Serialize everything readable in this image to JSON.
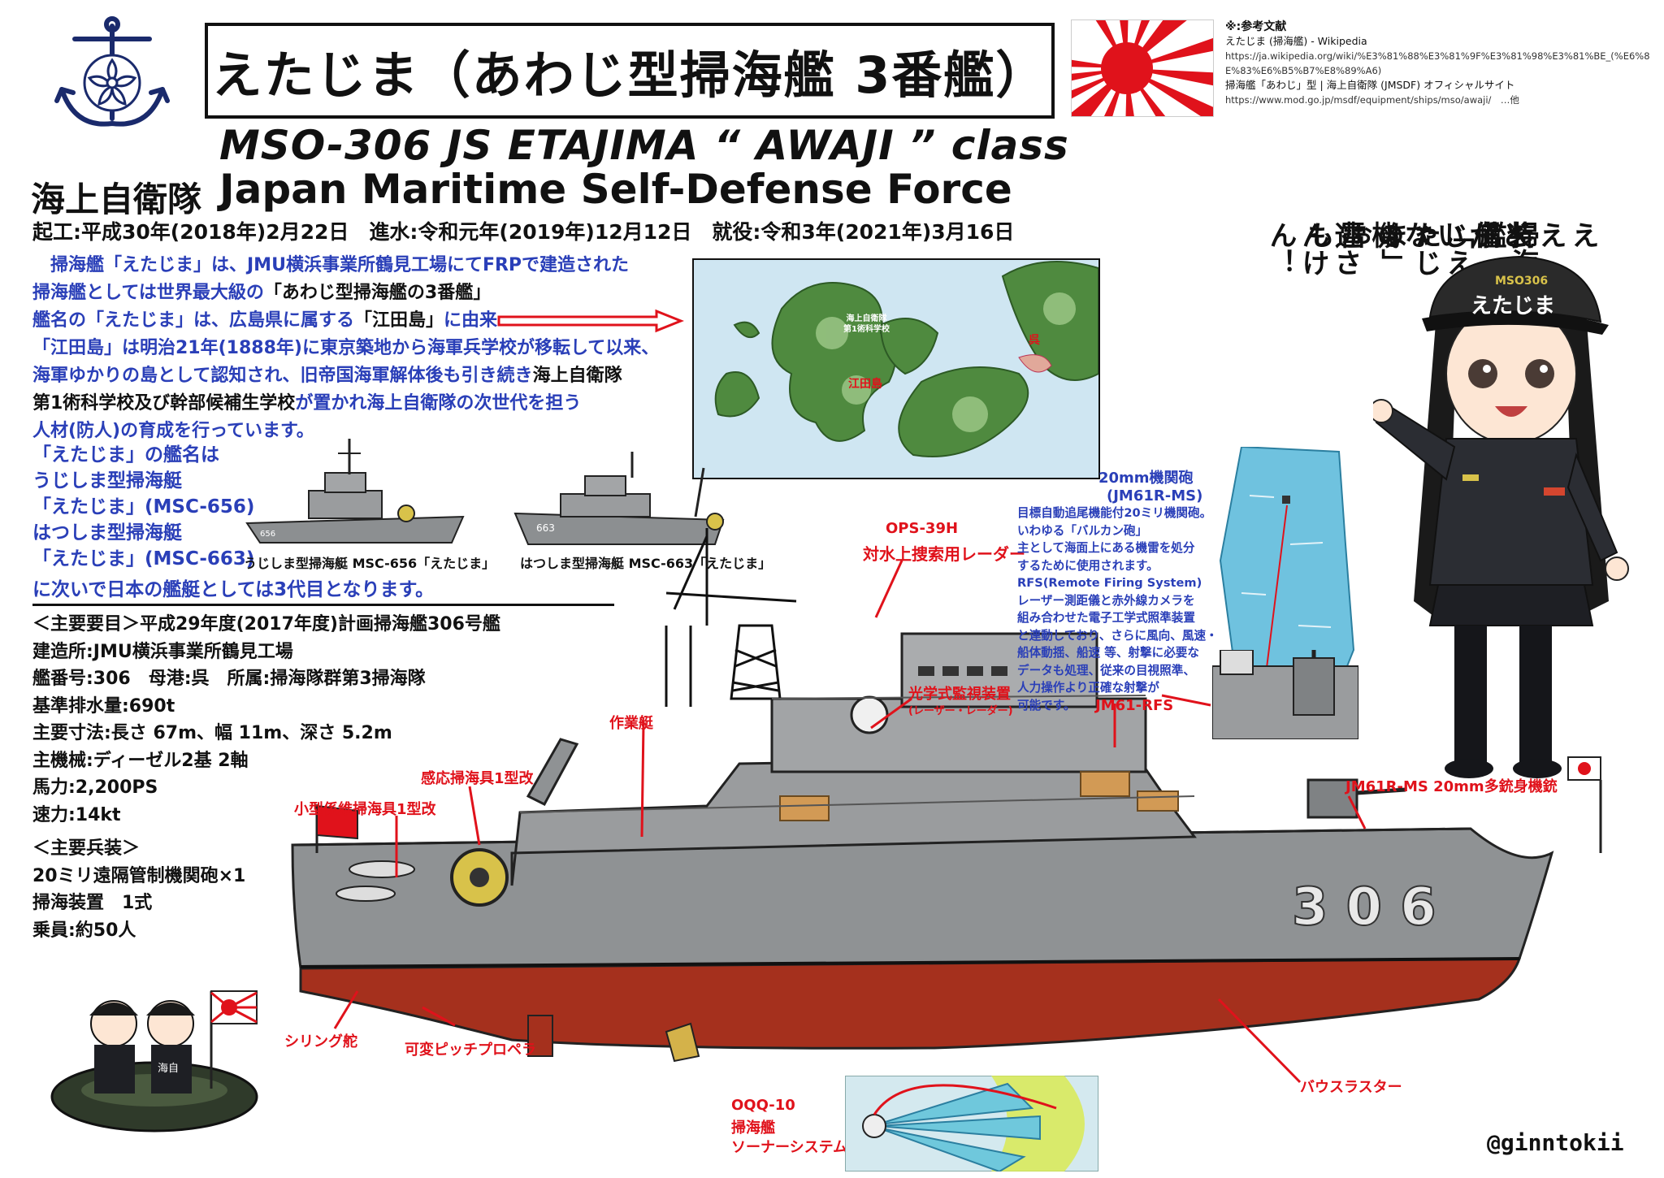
{
  "header": {
    "title": "えたじま（あわじ型掃海艦 3番艦）",
    "subtitle": "MSO-306  JS  ETAJIMA  “ AWAJI ” class",
    "force_jp": "海上自衛隊",
    "force_en": "Japan Maritime Self-Defense Force",
    "dates": "起工:平成30年(2018年)2月22日　進水:令和元年(2019年)12月12日　就役:令和3年(2021年)3月16日"
  },
  "references": {
    "heading": "※:参考文献",
    "ref1_title": "えたじま (掃海艦) - Wikipedia",
    "ref1_url": "https://ja.wikipedia.org/wiki/%E3%81%88%E3%81%9F%E3%81%98%E3%81%BE_(%E6%8E%83%E6%B5%B7%E8%89%A6)",
    "ref2_title": "掃海艦「あわじ」型 | 海上自衛隊 (JMSDF) オフィシャルサイト",
    "ref2_url": "https://www.mod.go.jp/msdf/equipment/ships/mso/awaji/　…他"
  },
  "intro": {
    "l1": "　掃海艦「えたじま」は、JMU横浜事業所鶴見工場にてFRPで建造された",
    "l2a": "掃海艦としては世界最大級の",
    "l2b": "「あわじ型掃海艦の3番艦」",
    "l3a": "艦名の「えたじま」は、広島県に属する",
    "l3b": "「江田島」",
    "l3c": "に由来",
    "l4": "「江田島」は明治21年(1888年)に東京築地から海軍兵学校が移転して以来、",
    "l5a": "海軍ゆかりの島として認知され、旧帝国海軍解体後も引き続き",
    "l5b": "海上自衛隊",
    "l6a": "第1術科学校及び幹部候補生学校",
    "l6b": "が置かれ海上自衛隊の次世代を担う",
    "l7": "人材(防人)の育成を行っています。"
  },
  "predecessors": {
    "l1": "「えたじま」の艦名は",
    "l2": "うじしま型掃海艇",
    "l3": "「えたじま」(MSC-656)",
    "l4": "はつしま型掃海艇",
    "l5": "「えたじま」(MSC-663)",
    "l6": "に次いで日本の艦艇としては3代目となります。",
    "cap1": "うじしま型掃海艇 MSC-656「えたじま」",
    "cap2": "はつしま型掃海艇 MSC-663「えたじま」",
    "hull1": "656",
    "hull2": "663"
  },
  "map": {
    "school": "海上自衛隊\n第1術科学校",
    "etajima": "江田島",
    "kure": "呉"
  },
  "specs": {
    "heading": "＜主要要目＞平成29年度(2017年度)計画掃海艦306号艦",
    "builder": "建造所:JMU横浜事業所鶴見工場",
    "hull": "艦番号:306　母港:呉　所属:掃海隊群第3掃海隊",
    "displacement": "基準排水量:690t",
    "dimensions": "主要寸法:長さ 67m、幅 11m、深さ 5.2m",
    "engine": "主機械:ディーゼル2基 2軸",
    "power": "馬力:2,200PS",
    "speed": "速力:14kt"
  },
  "weapons": {
    "heading": "＜主要兵装＞",
    "gun": "20ミリ遠隔管制機関砲×1",
    "sweep": "掃海装置　1式",
    "crew": "乗員:約50人"
  },
  "callouts": {
    "radar1": "OPS-39H",
    "radar2": "対水上捜索用レーダー",
    "optical1": "光学式監視装置",
    "optical2": "(レーザー・レーダー)",
    "workboat": "作業艇",
    "influence": "感応掃海具1型改",
    "moored": "小型係維掃海具1型改",
    "rudder": "シリング舵",
    "propeller": "可変ピッチプロペラ",
    "thruster": "バウスラスター",
    "rfs": "JM61-RFS",
    "gun": "JM61R-MS 20mm多銃身機銃",
    "sonar1": "OQQ-10",
    "sonar2": "掃海艦",
    "sonar3": "ソーナーシステム",
    "hull_number": "306"
  },
  "gun_note": {
    "title1": "20mm機関砲",
    "title2": "(JM61R-MS)",
    "l1": "目標自動追尾機能付20ミリ機関砲。",
    "l2": "いわゆる「バルカン砲」",
    "l3": "主として海面上にある機雷を処分",
    "l4": "するために使用されます。",
    "l5": "RFS(Remote Firing System)",
    "l6": "レーザー測距儀と赤外線カメラを",
    "l7": "組み合わせた電子工学式照準装置",
    "l8": "と連動しており、さらに風向、風速・",
    "l9": "船体動揺、船速 等、射撃に必要な",
    "l10": "データも処理、従来の目視照準、",
    "l11": "人力操作より正確な射撃が",
    "l12": "可能です。"
  },
  "speech": {
    "c1": "掃海艦",
    "c1b": "「えたじま」",
    "c2": "ええ装備じゃのぉ",
    "c3": "どがいな機雷も",
    "c4": "逃さんけん！"
  },
  "character": {
    "cap_text": "MSO306",
    "cap_name": "えたじま"
  },
  "boat": {
    "label": "海自"
  },
  "credit": "@ginntokii",
  "colors": {
    "hull_gray": "#8f9294",
    "hull_red": "#a5301d",
    "sea": "#cfe6f2",
    "land": "#4f8a3f",
    "accent_blue": "#2a3fb8",
    "accent_red": "#e0121b"
  }
}
